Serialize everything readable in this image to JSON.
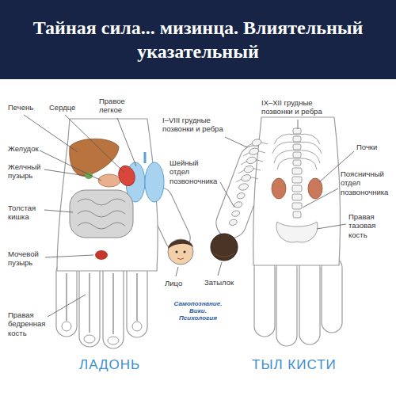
{
  "diagram": {
    "title": "Тайная сила... мизинца. Влиятельный указательный",
    "labels": [
      "Печень",
      "Сердце",
      "Правое легкое",
      "I–VIII грудные позвонки и ребра",
      "IX–XII грудные позвонки и ребра",
      "Желудок",
      "Почки",
      "Желчный пузырь",
      "Шейный отдел позвоночника",
      "Поясничный отдел позвоночника",
      "Толстая кишка",
      "Правая тазовая кость",
      "Мочевой пузырь",
      "Лицо",
      "Затылок",
      "Самопознание. Вики. Психология",
      "Правая бедренная кость",
      "ЛАДОНЬ",
      "ТЫЛ КИСТИ"
    ]
  }
}
